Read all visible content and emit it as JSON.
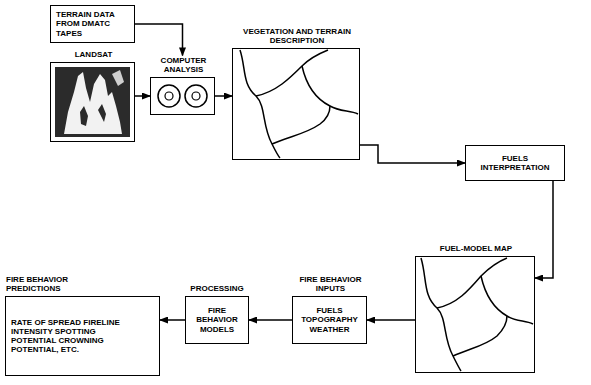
{
  "diagram": {
    "nodes": [
      {
        "text": [
          "TERRAIN DATA FROM DMATC TAPES"
        ]
      },
      {
        "text": [
          "LANDSAT"
        ]
      },
      {
        "text": [
          "COMPUTER ANALYSIS"
        ]
      },
      {
        "text": [
          "VEGETATION AND TERRAIN DESCRIPTION"
        ]
      },
      {
        "text": [
          "FUELS INTERPRETATION"
        ]
      },
      {
        "text": [
          "FUEL-MODEL MAP"
        ]
      },
      {
        "text": [
          "FIRE BEHAVIOR INPUTS",
          "FUELS TOPOGRAPHY WEATHER"
        ]
      },
      {
        "text": [
          "PROCESSING",
          "FIRE BEHAVIOR MODELS"
        ]
      },
      {
        "text": [
          "FIRE BEHAVIOR PREDICTIONS",
          "RATE OF SPREAD FIRELINE INTENSITY SPOTTING POTENTIAL CROWNING POTENTIAL, ETC."
        ]
      }
    ],
    "edges": [
      {
        "from": 0,
        "to": 2,
        "arrow": "to"
      },
      {
        "from": 1,
        "to": 2,
        "arrow": "to"
      },
      {
        "from": 2,
        "to": 3,
        "arrow": "to"
      },
      {
        "from": 3,
        "to": 4,
        "arrow": "to"
      },
      {
        "from": 4,
        "to": 5,
        "arrow": "to"
      },
      {
        "from": 5,
        "to": 6,
        "arrow": "to"
      },
      {
        "from": 6,
        "to": 7,
        "arrow": "to"
      },
      {
        "from": 7,
        "to": 8,
        "arrow": "to"
      }
    ]
  }
}
